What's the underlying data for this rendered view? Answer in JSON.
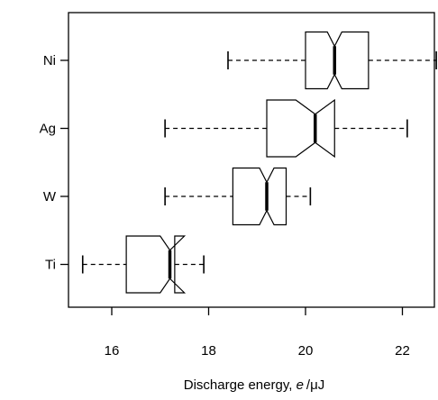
{
  "chart_data": {
    "type": "boxplot",
    "orientation": "horizontal",
    "notched": true,
    "xlabel": "Discharge energy, e / μJ",
    "xlabel_parts": {
      "prefix": "Discharge energy, ",
      "var": "e",
      "slash": "/",
      "unit": "μJ"
    },
    "xlim": [
      15.0,
      22.8
    ],
    "x_ticks": [
      16,
      18,
      20,
      22
    ],
    "x_tick_labels": [
      "16",
      "18",
      "20",
      "22"
    ],
    "grid": false,
    "categories": [
      "Ni",
      "Ag",
      "W",
      "Ti"
    ],
    "boxes": [
      {
        "label": "Ni",
        "whisker_low": 18.4,
        "q1": 20.0,
        "notch_low": 20.45,
        "median": 20.6,
        "notch_high": 20.75,
        "q3": 21.3,
        "whisker_high": 22.7
      },
      {
        "label": "Ag",
        "whisker_low": 17.1,
        "q1": 19.2,
        "notch_low": 19.8,
        "median": 20.2,
        "notch_high": 20.6,
        "q3": 20.6,
        "whisker_high": 22.1
      },
      {
        "label": "W",
        "whisker_low": 17.1,
        "q1": 18.5,
        "notch_low": 19.05,
        "median": 19.2,
        "notch_high": 19.35,
        "q3": 19.6,
        "whisker_high": 20.1
      },
      {
        "label": "Ti",
        "whisker_low": 15.4,
        "q1": 16.3,
        "notch_low": 17.0,
        "median": 17.2,
        "notch_high": 17.5,
        "q3": 17.3,
        "whisker_high": 17.9
      }
    ]
  }
}
